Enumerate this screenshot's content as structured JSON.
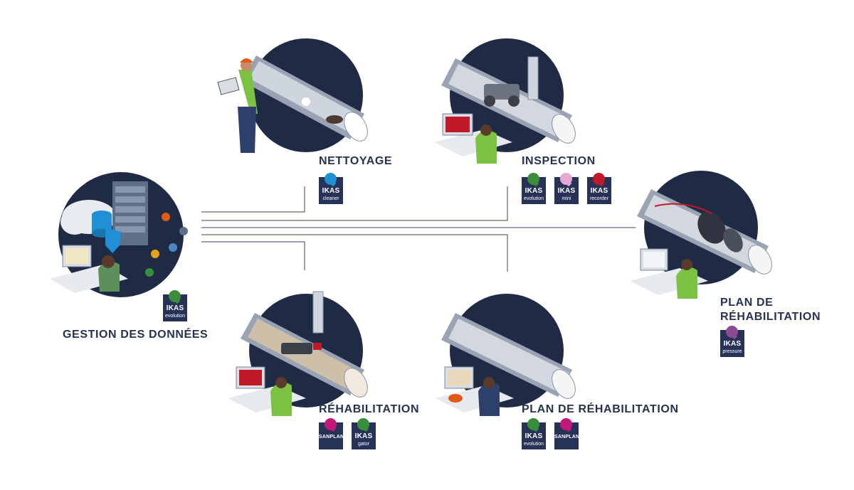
{
  "colors": {
    "navy": "#263258",
    "circle": "#1f2a44",
    "text": "#26324e",
    "cleaner_blue": "#1f8fd6",
    "evolution_green": "#3a8d3a",
    "mini_pink": "#e6a8d2",
    "recorder_red": "#c01a28",
    "pressure_purple": "#8c4a8f",
    "sanplan_magenta": "#c2187a",
    "vest_green": "#7cc242"
  },
  "nodes": {
    "gestion": {
      "title": "GESTION DES DONNÉES",
      "badges": [
        {
          "brand": "IKAS",
          "product": "evolution",
          "icon": "evolution-badge-icon"
        }
      ]
    },
    "nettoyage": {
      "title": "NETTOYAGE",
      "badges": [
        {
          "brand": "IKAS",
          "product": "cleaner",
          "icon": "cleaner-badge-icon"
        }
      ]
    },
    "inspection": {
      "title": "INSPECTION",
      "badges": [
        {
          "brand": "IKAS",
          "product": "evolution",
          "icon": "evolution-badge-icon"
        },
        {
          "brand": "IKAS",
          "product": "mini",
          "icon": "mini-badge-icon"
        },
        {
          "brand": "IKAS",
          "product": "recorder",
          "icon": "recorder-badge-icon"
        }
      ]
    },
    "plan_right": {
      "title_line1": "PLAN DE",
      "title_line2": "RÉHABILITATION",
      "badges": [
        {
          "brand": "IKAS",
          "product": "pressure",
          "icon": "pressure-badge-icon"
        }
      ]
    },
    "rehabilitation": {
      "title": "RÉHABILITATION",
      "badges": [
        {
          "brand": "SANPLAN",
          "product": "",
          "icon": "sanplan-badge-icon"
        },
        {
          "brand": "IKAS",
          "product": "gator",
          "icon": "gator-badge-icon"
        }
      ]
    },
    "plan_bottom": {
      "title": "PLAN DE RÉHABILITATION",
      "badges": [
        {
          "brand": "IKAS",
          "product": "evolution",
          "icon": "evolution-badge-icon"
        },
        {
          "brand": "SANPLAN",
          "product": "",
          "icon": "sanplan-badge-icon"
        }
      ]
    }
  },
  "illustrations": [
    "server-cloud-illustration",
    "cleaning-nozzle-illustration",
    "inspection-crawler-illustration",
    "pressure-packer-illustration",
    "rehab-robot-illustration",
    "liner-planning-illustration"
  ]
}
